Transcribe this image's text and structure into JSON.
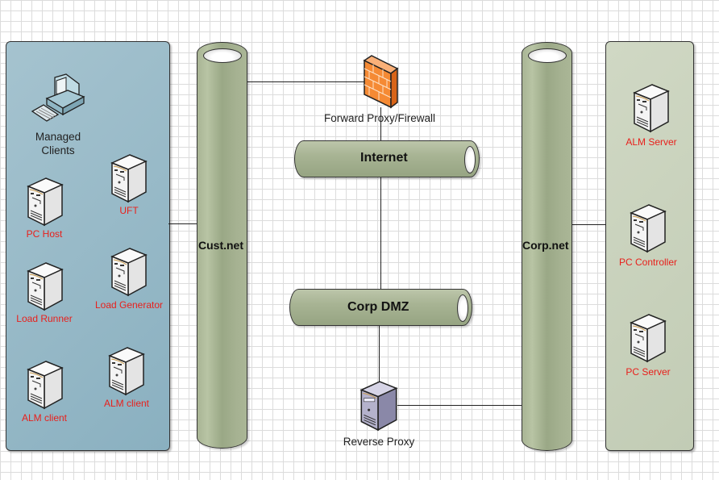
{
  "zones": {
    "customer": {
      "label": ""
    },
    "corporate": {
      "label": ""
    }
  },
  "networks": {
    "cust_net": "Cust.net",
    "corp_net": "Corp.net",
    "internet": "Internet",
    "corp_dmz": "Corp DMZ"
  },
  "nodes": {
    "managed_clients": {
      "line1": "Managed",
      "line2": "Clients",
      "icon": "workstation-icon"
    },
    "uft": {
      "label": "UFT",
      "icon": "server-icon"
    },
    "pc_host": {
      "label": "PC Host",
      "icon": "server-icon"
    },
    "load_generator": {
      "label": "Load Generator",
      "icon": "server-icon"
    },
    "load_runner": {
      "label": "Load Runner",
      "icon": "server-icon"
    },
    "alm_client_1": {
      "label": "ALM client",
      "icon": "server-icon"
    },
    "alm_client_2": {
      "label": "ALM client",
      "icon": "server-icon"
    },
    "forward_proxy": {
      "label": "Forward Proxy/Firewall",
      "icon": "firewall-icon"
    },
    "reverse_proxy": {
      "label": "Reverse Proxy",
      "icon": "server-icon"
    },
    "alm_server": {
      "label": "ALM Server",
      "icon": "server-icon"
    },
    "pc_controller": {
      "label": "PC Controller",
      "icon": "server-icon"
    },
    "pc_server": {
      "label": "PC Server",
      "icon": "server-icon"
    }
  },
  "colors": {
    "node_label_red": "#e8201c",
    "pipe_green": "#a6b292",
    "left_zone_blue": "#8ab0c0",
    "right_zone_green": "#c6cfb9",
    "firewall_orange": "#f07a26"
  }
}
